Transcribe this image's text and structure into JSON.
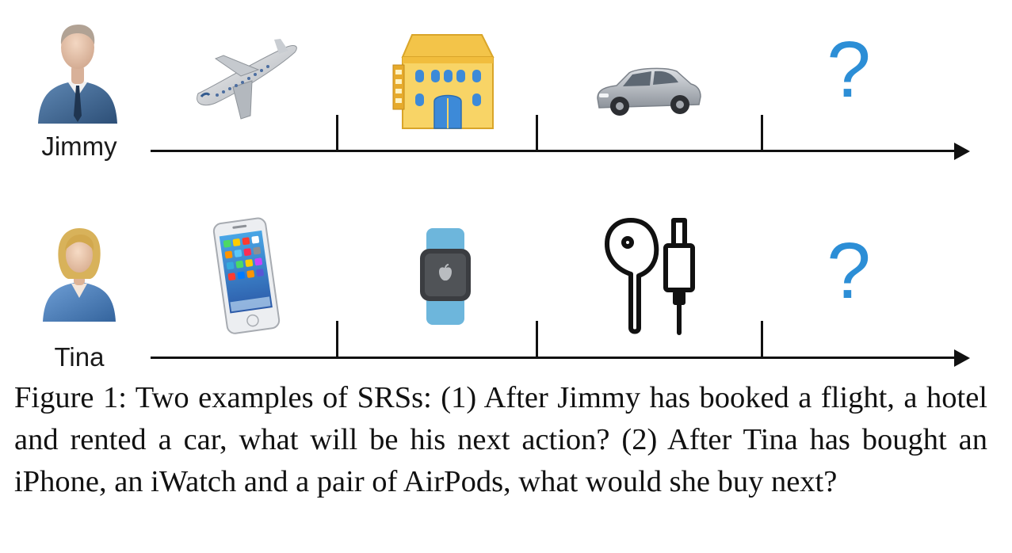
{
  "figure": {
    "row1": {
      "user_name": "Jimmy",
      "question_mark": "?"
    },
    "row2": {
      "user_name": "Tina",
      "question_mark": "?"
    },
    "caption": "Figure 1: Two examples of SRSs: (1) After Jimmy has booked a flight, a hotel and rented a car, what will be his next action? (2) After Tina has bought an iPhone, an iWatch and a pair of AirPods, what would she buy next?"
  },
  "colors": {
    "question_mark": "#2c8ed6",
    "hotel_wall": "#f6c84a",
    "hotel_window": "#3d8ad8",
    "watch_band": "#6db6dc",
    "car_body": "#b9bec6",
    "jimmy_suit": "#3a5f88",
    "tina_suit": "#4a7bb5"
  }
}
